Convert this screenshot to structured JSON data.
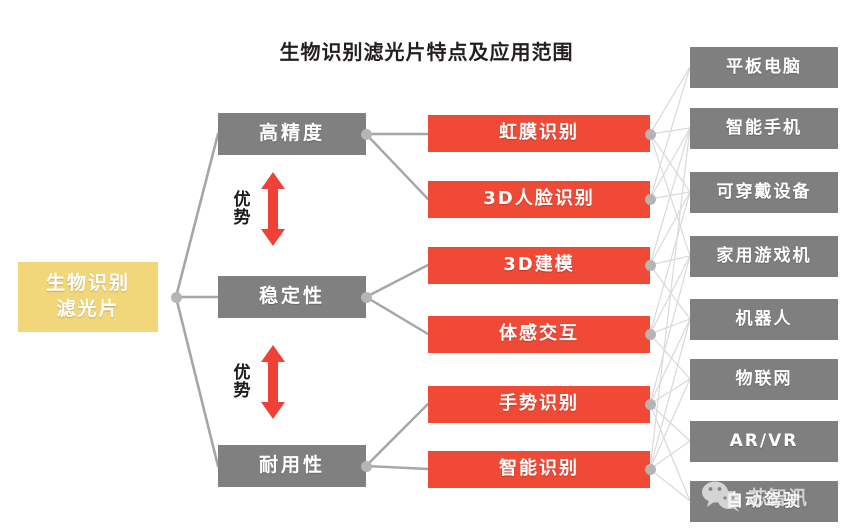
{
  "title": "生物识别滤光片特点及应用范围",
  "colors": {
    "root": "#f2d77a",
    "feature": "#808080",
    "application": "#f04a37",
    "market": "#7f7f7f",
    "edge": "#a6a6a6",
    "edge_thin": "#d9d9d9",
    "arrow": "#ef4136",
    "background": "#ffffff",
    "title_text": "#231f20"
  },
  "root": {
    "line1": "生物识别",
    "line2": "滤光片"
  },
  "features": [
    {
      "label": "高精度"
    },
    {
      "label": "稳定性"
    },
    {
      "label": "耐用性"
    }
  ],
  "advantages": [
    {
      "line1": "优",
      "line2": "势",
      "icon": "double-arrow-vertical-icon"
    },
    {
      "line1": "优",
      "line2": "势",
      "icon": "double-arrow-vertical-icon"
    }
  ],
  "applications": [
    {
      "label": "虹膜识别"
    },
    {
      "label": "3D人脸识别"
    },
    {
      "label": "3D建模"
    },
    {
      "label": "体感交互"
    },
    {
      "label": "手势识别"
    },
    {
      "label": "智能识别"
    }
  ],
  "markets": [
    {
      "label": "平板电脑"
    },
    {
      "label": "智能手机"
    },
    {
      "label": "可穿戴设备"
    },
    {
      "label": "家用游戏机"
    },
    {
      "label": "机器人"
    },
    {
      "label": "物联网"
    },
    {
      "label": "AR/VR"
    },
    {
      "label": "自动驾驶"
    }
  ],
  "watermark": {
    "icon": "wechat-icon",
    "text": "芯智讯"
  }
}
